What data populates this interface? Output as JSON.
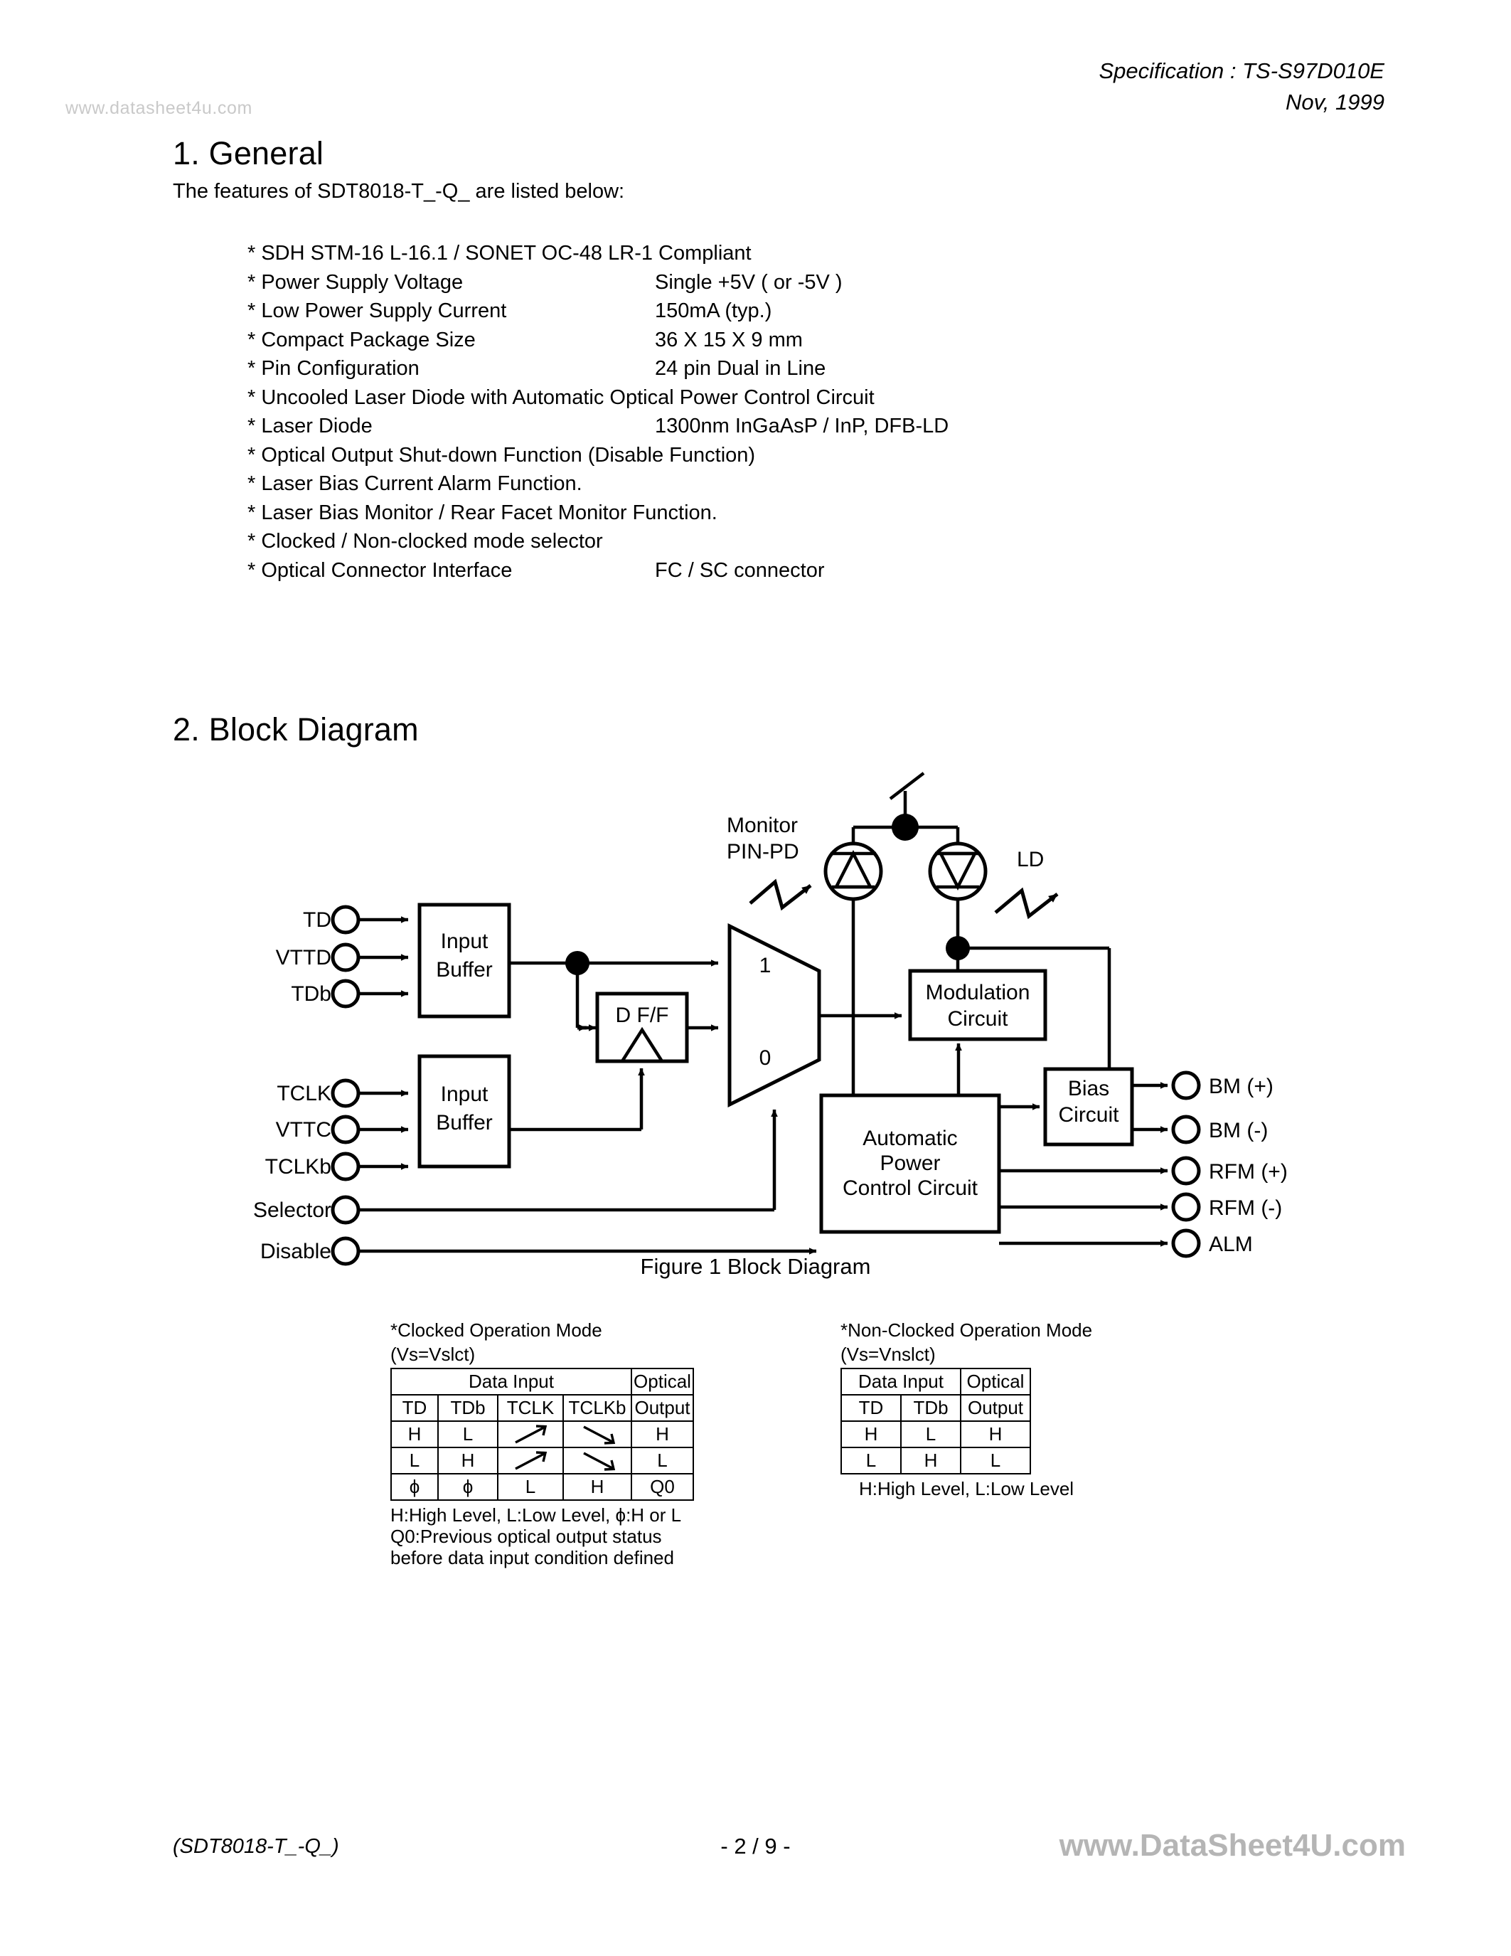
{
  "watermarks": {
    "top_left": "www.datasheet4u.com",
    "bottom_right": "www.DataSheet4U.com"
  },
  "header": {
    "specification": "Specification : TS-S97D010E",
    "date": "Nov, 1999"
  },
  "sections": {
    "general_heading": "1. General",
    "general_intro": "The features of SDT8018-T_-Q_ are listed below:",
    "block_heading": "2. Block Diagram"
  },
  "features": [
    {
      "text": "* SDH STM-16 L-16.1 / SONET OC-48 LR-1 Compliant",
      "value": ""
    },
    {
      "text": "* Power Supply Voltage",
      "value": "Single +5V ( or -5V )"
    },
    {
      "text": "* Low Power Supply Current",
      "value": "150mA (typ.)"
    },
    {
      "text": "* Compact Package Size",
      "value": "36 X 15 X 9 mm"
    },
    {
      "text": "* Pin Configuration",
      "value": "24 pin Dual in Line"
    },
    {
      "text": "* Uncooled Laser Diode with Automatic Optical Power Control Circuit",
      "value": ""
    },
    {
      "text": "* Laser Diode",
      "value": "1300nm InGaAsP / InP, DFB-LD"
    },
    {
      "text": "* Optical Output Shut-down Function (Disable Function)",
      "value": ""
    },
    {
      "text": "* Laser Bias Current Alarm Function.",
      "value": ""
    },
    {
      "text": "* Laser Bias Monitor / Rear Facet Monitor Function.",
      "value": ""
    },
    {
      "text": "* Clocked / Non-clocked mode selector",
      "value": ""
    },
    {
      "text": "* Optical Connector Interface",
      "value": "FC / SC connector"
    }
  ],
  "diagram": {
    "caption": "Figure 1  Block Diagram",
    "input_pins": [
      "TD",
      "VTTD",
      "TDb",
      "TCLK",
      "VTTC",
      "TCLKb",
      "Selector",
      "Disable"
    ],
    "output_pins": [
      "BM (+)",
      "BM (-)",
      "RFM (+)",
      "RFM (-)",
      "ALM"
    ],
    "blocks": {
      "input_buffer_1": "Input\nBuffer",
      "input_buffer_1_line1": "Input",
      "input_buffer_1_line2": "Buffer",
      "input_buffer_2_line1": "Input",
      "input_buffer_2_line2": "Buffer",
      "dff": "D F/F",
      "mux_sel_1": "1",
      "mux_sel_0": "0",
      "modulation_line1": "Modulation",
      "modulation_line2": "Circuit",
      "bias_line1": "Bias",
      "bias_line2": "Circuit",
      "apc_line1": "Automatic",
      "apc_line2": "Power",
      "apc_line3": "Control Circuit"
    },
    "annotations": {
      "monitor_line1": "Monitor",
      "monitor_line2": "PIN-PD",
      "ld": "LD"
    }
  },
  "tables": {
    "clocked": {
      "title_line1": "*Clocked Operation Mode",
      "title_line2": "(Vs=Vslct)",
      "group_header_data": "Data Input",
      "group_header_optical_line1": "Optical",
      "group_header_optical_line2": "Output",
      "columns": [
        "TD",
        "TDb",
        "TCLK",
        "TCLKb"
      ],
      "rows": [
        {
          "TD": "H",
          "TDb": "L",
          "TCLK": "rising-edge-arrow",
          "TCLKb": "falling-edge-arrow",
          "out": "H"
        },
        {
          "TD": "L",
          "TDb": "H",
          "TCLK": "rising-edge-arrow",
          "TCLKb": "falling-edge-arrow",
          "out": "L"
        },
        {
          "TD": "ϕ",
          "TDb": "ϕ",
          "TCLK": "L",
          "TCLKb": "H",
          "out": "Q0"
        }
      ],
      "notes": [
        "H:High Level, L:Low Level,   ϕ:H or L",
        "Q0:Previous optical output status",
        "before data input condition defined"
      ]
    },
    "non_clocked": {
      "title_line1": "*Non-Clocked Operation Mode",
      "title_line2": "(Vs=Vnslct)",
      "group_header_data": "Data Input",
      "group_header_optical_line1": "Optical",
      "group_header_optical_line2": "Output",
      "columns": [
        "TD",
        "TDb"
      ],
      "rows": [
        {
          "TD": "H",
          "TDb": "L",
          "out": "H"
        },
        {
          "TD": "L",
          "TDb": "H",
          "out": "L"
        }
      ],
      "notes": [
        "H:High Level, L:Low Level"
      ]
    }
  },
  "footer": {
    "left": "(SDT8018-T_-Q_)",
    "center": "- 2 / 9 -"
  },
  "colors": {
    "ink": "#000000",
    "watermark_light": "#c9c9c9",
    "watermark_gray": "#b5b5b5"
  }
}
